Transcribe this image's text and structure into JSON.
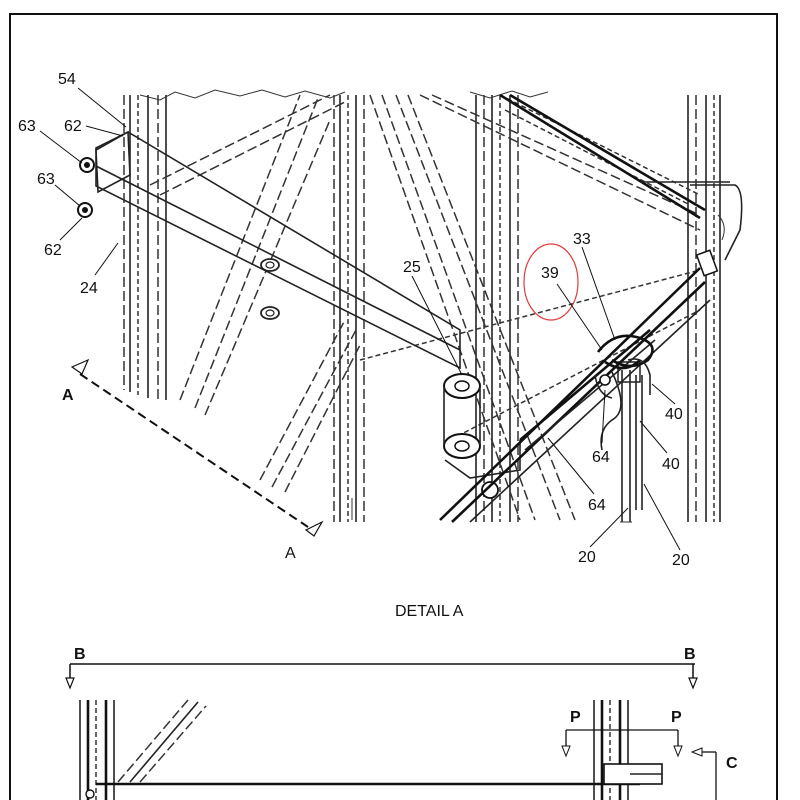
{
  "detail_a": {
    "title": "DETAIL A",
    "section_marker_top": "A",
    "section_marker_bottom": "A",
    "callouts": [
      {
        "id": "c54",
        "text": "54"
      },
      {
        "id": "c63a",
        "text": "63"
      },
      {
        "id": "c62a",
        "text": "62"
      },
      {
        "id": "c63b",
        "text": "63"
      },
      {
        "id": "c62b",
        "text": "62"
      },
      {
        "id": "c24",
        "text": "24"
      },
      {
        "id": "c25",
        "text": "25"
      },
      {
        "id": "c33",
        "text": "33"
      },
      {
        "id": "c39",
        "text": "39"
      },
      {
        "id": "c64a",
        "text": "64"
      },
      {
        "id": "c64b",
        "text": "64"
      },
      {
        "id": "c40a",
        "text": "40"
      },
      {
        "id": "c40b",
        "text": "40"
      },
      {
        "id": "c20a",
        "text": "20"
      },
      {
        "id": "c20b",
        "text": "20"
      }
    ],
    "highlight_color": "#e23b3b"
  },
  "section_b": {
    "marker_left": "B",
    "marker_right": "B",
    "marker_p_left": "P",
    "marker_p_right": "P",
    "marker_c": "C"
  }
}
